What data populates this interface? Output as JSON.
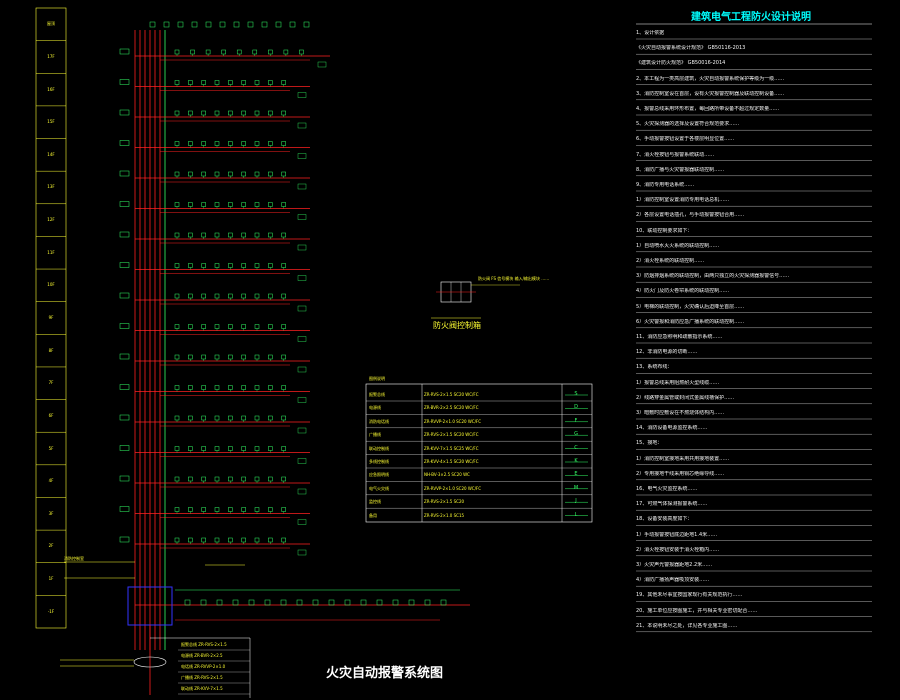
{
  "drawing": {
    "title": "火灾自动报警系统图",
    "detail_caption": "防火阀控制箱",
    "detail_note": "防火阀 FS 信号模块 输入/输出模块 ……"
  },
  "notes": {
    "title": "建筑电气工程防火设计说明",
    "lines": [
      "1、设计依据",
      "《火灾自动报警系统设计规范》 GB50116-2013",
      "《建筑设计防火规范》 GB50016-2014",
      "2、本工程为一类高层建筑，火灾自动报警系统保护等级为一级……",
      "3、消防控制室设在首层，设有火灾报警控制器及联动控制设备……",
      "4、报警总线采用环形布置，每回路所带设备不超过规定数量……",
      "5、火灾探测器的选择及设置符合规范要求……",
      "6、手动报警按钮设置于各楼层明显位置……",
      "7、消火栓按钮与报警系统联动……",
      "8、消防广播与火灾警报器联动控制……",
      "9、消防专用电话系统……",
      "1）消防控制室设置消防专用电话总机……",
      "2）各层设置电话插孔，与手动报警按钮合用……",
      "10、联动控制要求如下：",
      "1）自动喷水灭火系统的联动控制……",
      "2）消火栓系统的联动控制……",
      "3）防烟排烟系统的联动控制，由两只独立的火灾探测器报警信号……",
      "4）防火门及防火卷帘系统的联动控制……",
      "5）电梯的联动控制，火灾确认后迫降至首层……",
      "6）火灾警报和消防应急广播系统的联动控制……",
      "11、消防应急照明和疏散指示系统……",
      "12、非消防电源的切断……",
      "13、系统布线：",
      "1）报警总线采用阻燃耐火型线缆……",
      "2）线路穿金属管或封闭式金属线槽保护……",
      "3）暗敷时应敷设在不燃烧体结构内……",
      "14、消防设备电源监控系统……",
      "15、接地：",
      "1）消防控制室接地采用共用接地装置……",
      "2）专用接地干线采用铜芯绝缘导线……",
      "16、电气火灾监控系统……",
      "17、可燃气体探测报警系统……",
      "18、设备安装高度如下：",
      "1）手动报警按钮底边距地1.4米……",
      "2）消火栓按钮安装于消火栓箱内……",
      "3）火灾声光警报器距地2.2米……",
      "4）消防广播扬声器吸顶安装……",
      "19、其他未尽事宜按国家现行有关规范执行……",
      "20、施工单位应按图施工，并与相关专业密切配合……",
      "21、本说明未尽之处，详见各专业施工图……"
    ]
  },
  "legend": {
    "header": "图例说明",
    "rows": [
      {
        "name": "报警总线",
        "desc": "ZR-RVS-2×1.5 SC20 WC/FC",
        "sym": "S"
      },
      {
        "name": "电源线",
        "desc": "ZR-BVR-2×2.5 SC20 WC/FC",
        "sym": "D"
      },
      {
        "name": "消防电话线",
        "desc": "ZR-RVVP-2×1.0 SC20 WC/FC",
        "sym": "F"
      },
      {
        "name": "广播线",
        "desc": "ZR-RVS-2×1.5 SC20 WC/FC",
        "sym": "G"
      },
      {
        "name": "联动控制线",
        "desc": "ZR-KVV-7×1.5 SC25 WC/FC",
        "sym": "C"
      },
      {
        "name": "多线控制线",
        "desc": "ZR-KVV-4×1.5 SC20 WC/FC",
        "sym": "K"
      },
      {
        "name": "应急照明线",
        "desc": "NH-BV-3×2.5 SC20 WC",
        "sym": "E"
      },
      {
        "name": "电气火灾线",
        "desc": "ZR-RVVP-2×1.0 SC20 WC/FC",
        "sym": "M"
      },
      {
        "name": "监控线",
        "desc": "ZR-RVS-2×1.5 SC20",
        "sym": "J"
      },
      {
        "name": "备用",
        "desc": "ZR-RVS-2×1.0 SC15",
        "sym": "L"
      }
    ]
  },
  "riser": {
    "floors": [
      "屋顶",
      "17F",
      "16F",
      "15F",
      "14F",
      "13F",
      "12F",
      "11F",
      "10F",
      "9F",
      "8F",
      "7F",
      "6F",
      "5F",
      "4F",
      "3F",
      "2F",
      "1F",
      "-1F"
    ],
    "fire_control_room": "消防控制室",
    "cable_notes": [
      "报警总线 ZR-RVS-2×1.5",
      "电源线 ZR-BVR-2×2.5",
      "电话线 ZR-RVVP-2×1.0",
      "广播线 ZR-RVS-2×1.5",
      "联动线 ZR-KVV-7×1.5"
    ]
  },
  "colors": {
    "red": "#ff2020",
    "yellow": "#ffff33",
    "green": "#33ff66",
    "cyan": "#00ffff",
    "blue": "#3333ff"
  }
}
